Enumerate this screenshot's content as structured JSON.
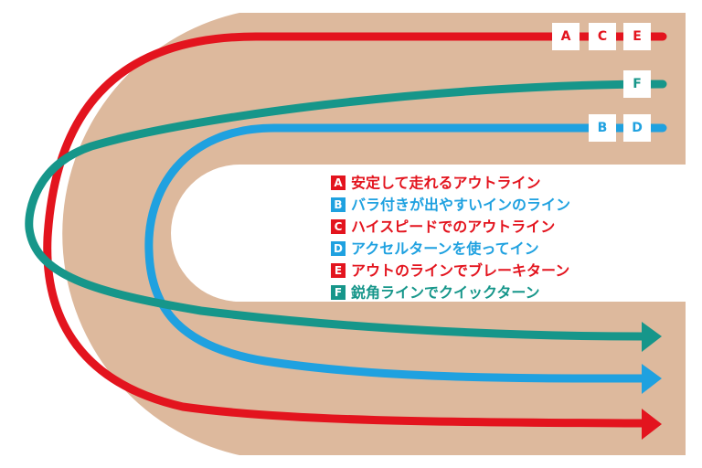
{
  "colors": {
    "track": "#ddb99d",
    "red": "#e3141e",
    "blue": "#1fa1e0",
    "teal": "#16968a",
    "white": "#ffffff"
  },
  "tags": {
    "red": [
      "A",
      "C",
      "E"
    ],
    "teal": [
      "F"
    ],
    "blue": [
      "B",
      "D"
    ]
  },
  "legend": [
    {
      "letter": "A",
      "text": "安定して走れるアウトライン",
      "color": "red"
    },
    {
      "letter": "B",
      "text": "バラ付きが出やすいインのライン",
      "color": "blue"
    },
    {
      "letter": "C",
      "text": "ハイスピードでのアウトライン",
      "color": "red"
    },
    {
      "letter": "D",
      "text": "アクセルターンを使ってイン",
      "color": "blue"
    },
    {
      "letter": "E",
      "text": "アウトのラインでブレーキターン",
      "color": "red"
    },
    {
      "letter": "F",
      "text": "鋭角ラインでクイックターン",
      "color": "teal"
    }
  ]
}
